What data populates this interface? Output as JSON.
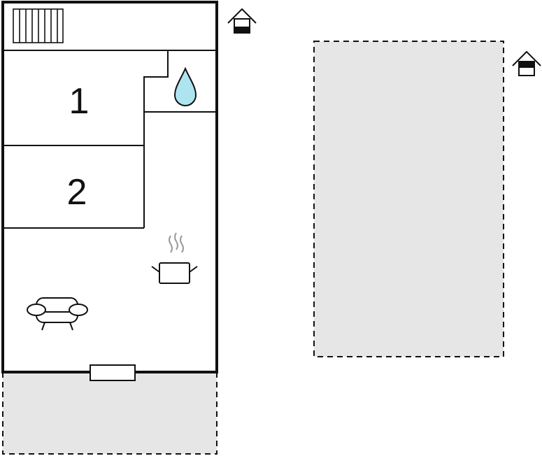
{
  "rooms": [
    {
      "label": "1",
      "kind": "bedroom"
    },
    {
      "label": "2",
      "kind": "bedroom"
    }
  ],
  "icons": {
    "stairs": "stairs-icon",
    "bathroom": "water-drop-icon",
    "kitchen": "cooking-pot-icon",
    "living": "sofa-icon",
    "floor_marker_main": "house-floor-icon",
    "floor_marker_outdoor": "house-floor-icon"
  },
  "colors": {
    "wall": "#111111",
    "outdoor_fill": "#e6e6e6",
    "water": "#aee4ef"
  }
}
